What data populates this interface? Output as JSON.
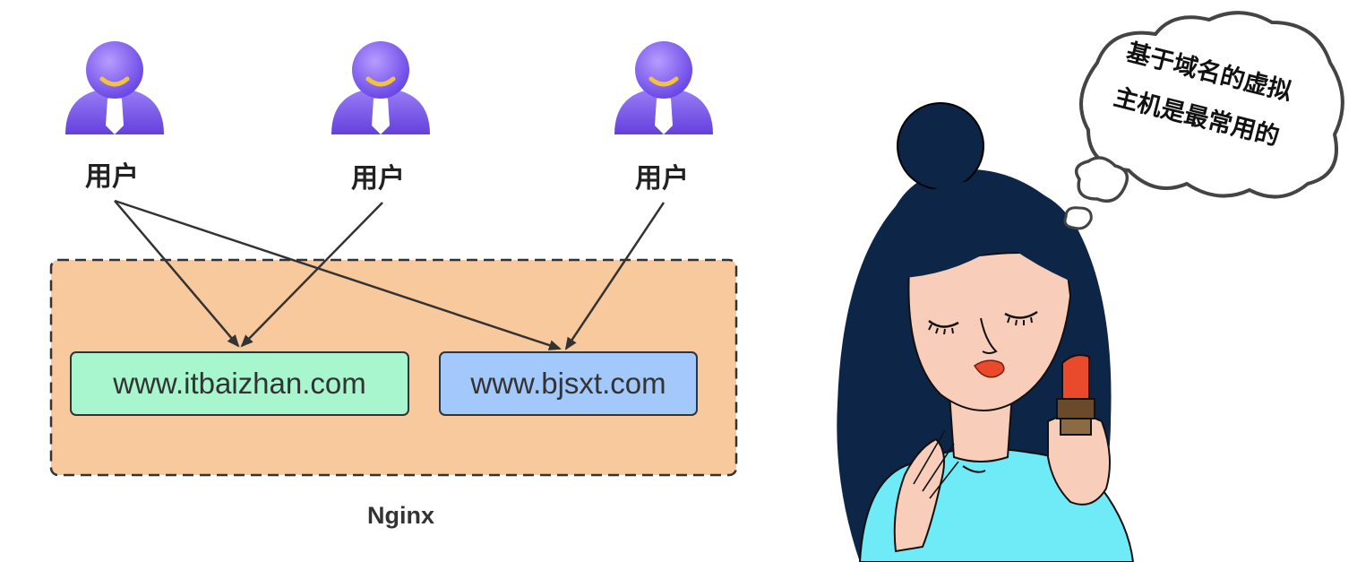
{
  "users": [
    {
      "label": "用户"
    },
    {
      "label": "用户"
    },
    {
      "label": "用户"
    }
  ],
  "server": {
    "label": "Nginx",
    "hosts": [
      {
        "domain": "www.itbaizhan.com",
        "color": "#a7f6cd"
      },
      {
        "domain": "www.bjsxt.com",
        "color": "#a3c8fb"
      }
    ],
    "container_color": "#f8c99c"
  },
  "thought_bubble": {
    "line1": "基于域名的虚拟",
    "line2": "主机是最常用的"
  },
  "colors": {
    "user_icon": "#8d6ff2",
    "user_icon_dark": "#6c4de0",
    "tie": "#ffffff",
    "smile": "#f5c33b",
    "arrow": "#333333",
    "girl_hair": "#0d2547",
    "girl_shirt": "#6feaf7",
    "lipstick": "#e84a2b"
  }
}
